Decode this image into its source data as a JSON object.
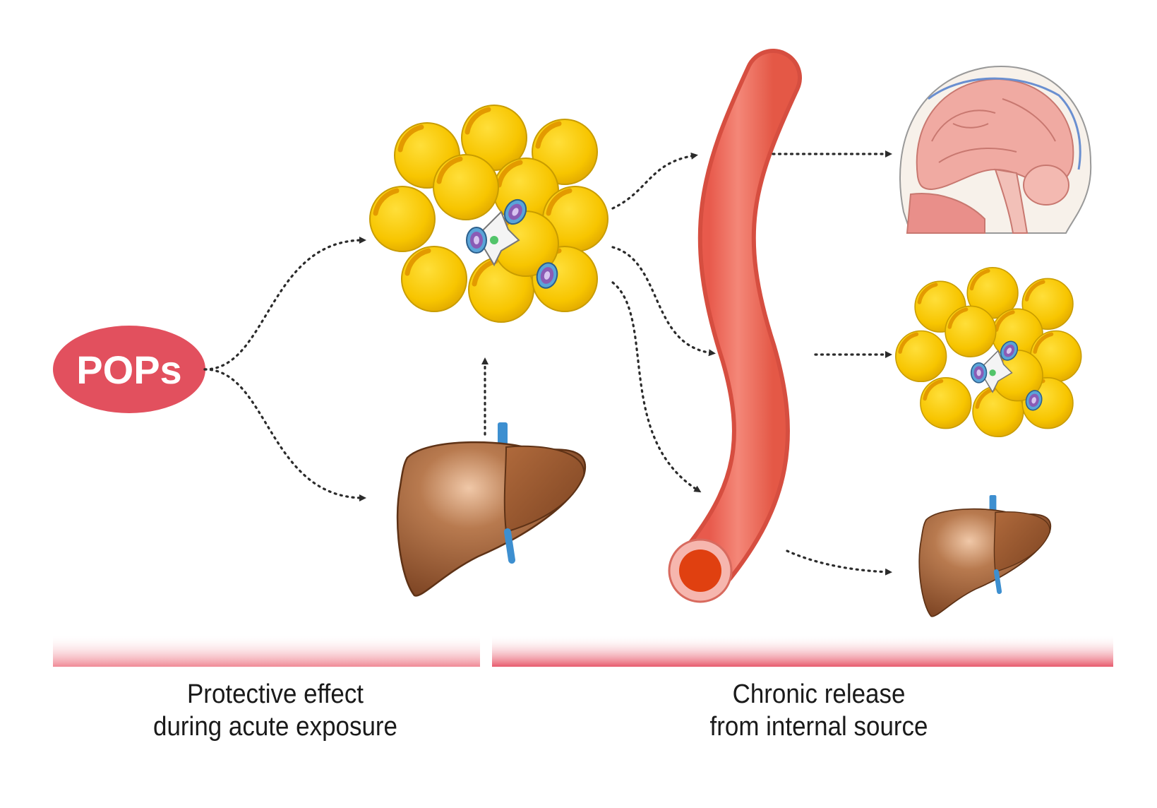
{
  "source": {
    "label": "POPs",
    "color": "#e2505e"
  },
  "captions": {
    "left": {
      "line1": "Protective effect",
      "line2": "during acute exposure"
    },
    "right": {
      "line1": "Chronic release",
      "line2": "from internal source"
    }
  },
  "colors": {
    "adipocyte": "#f5c100",
    "adipocyte_edge": "#c9a000",
    "liver": "#a0603a",
    "vessel": "#ef6f61",
    "vessel_lumen": "#e04010",
    "band": "#ec6f7f",
    "brain": "#f0a8a0",
    "portal_vein": "#3d8fd0"
  },
  "icons": [
    "adipose-tissue",
    "liver",
    "blood-vessel",
    "brain"
  ]
}
